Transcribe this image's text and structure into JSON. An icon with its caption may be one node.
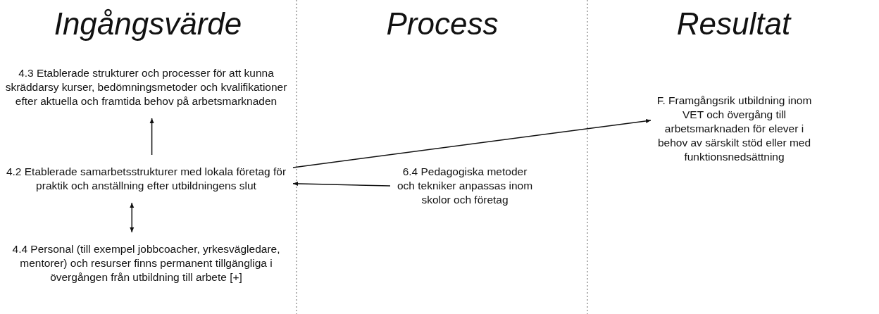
{
  "diagram": {
    "nodes": [
      {
        "text": [
          "4.3 Etablerade strukturer och processer för att kunna skräddarsy kurser, bedömningsmetoder och kvalifikationer efter aktuella och framtida behov på arbetsmarknaden"
        ]
      },
      {
        "text": [
          "4.2 Etablerade samarbetsstrukturer med lokala företag för praktik och anställning efter utbildningens slut"
        ]
      },
      {
        "text": [
          "4.4 Personal (till exempel jobbcoacher, yrkesvägledare, mentorer) och resurser finns permanent tillgängliga i övergången från utbildning till arbete [+]"
        ]
      },
      {
        "text": [
          "6.4 Pedagogiska metoder och tekniker anpassas inom skolor och företag"
        ]
      },
      {
        "text": [
          "F. Framgångsrik utbildning inom VET och övergång till arbetsmarknaden för elever i behov av särskilt stöd eller med funktionsnedsättning"
        ]
      }
    ],
    "edges": [
      {
        "from": 1,
        "to": 0,
        "arrow": "to"
      },
      {
        "from": 1,
        "to": 2,
        "arrow": "both"
      },
      {
        "from": 3,
        "to": 1,
        "arrow": "to"
      },
      {
        "from": 1,
        "to": 4,
        "arrow": "to"
      }
    ],
    "labels": [
      "Ingångsvärde",
      "Process",
      "Resultat"
    ]
  }
}
